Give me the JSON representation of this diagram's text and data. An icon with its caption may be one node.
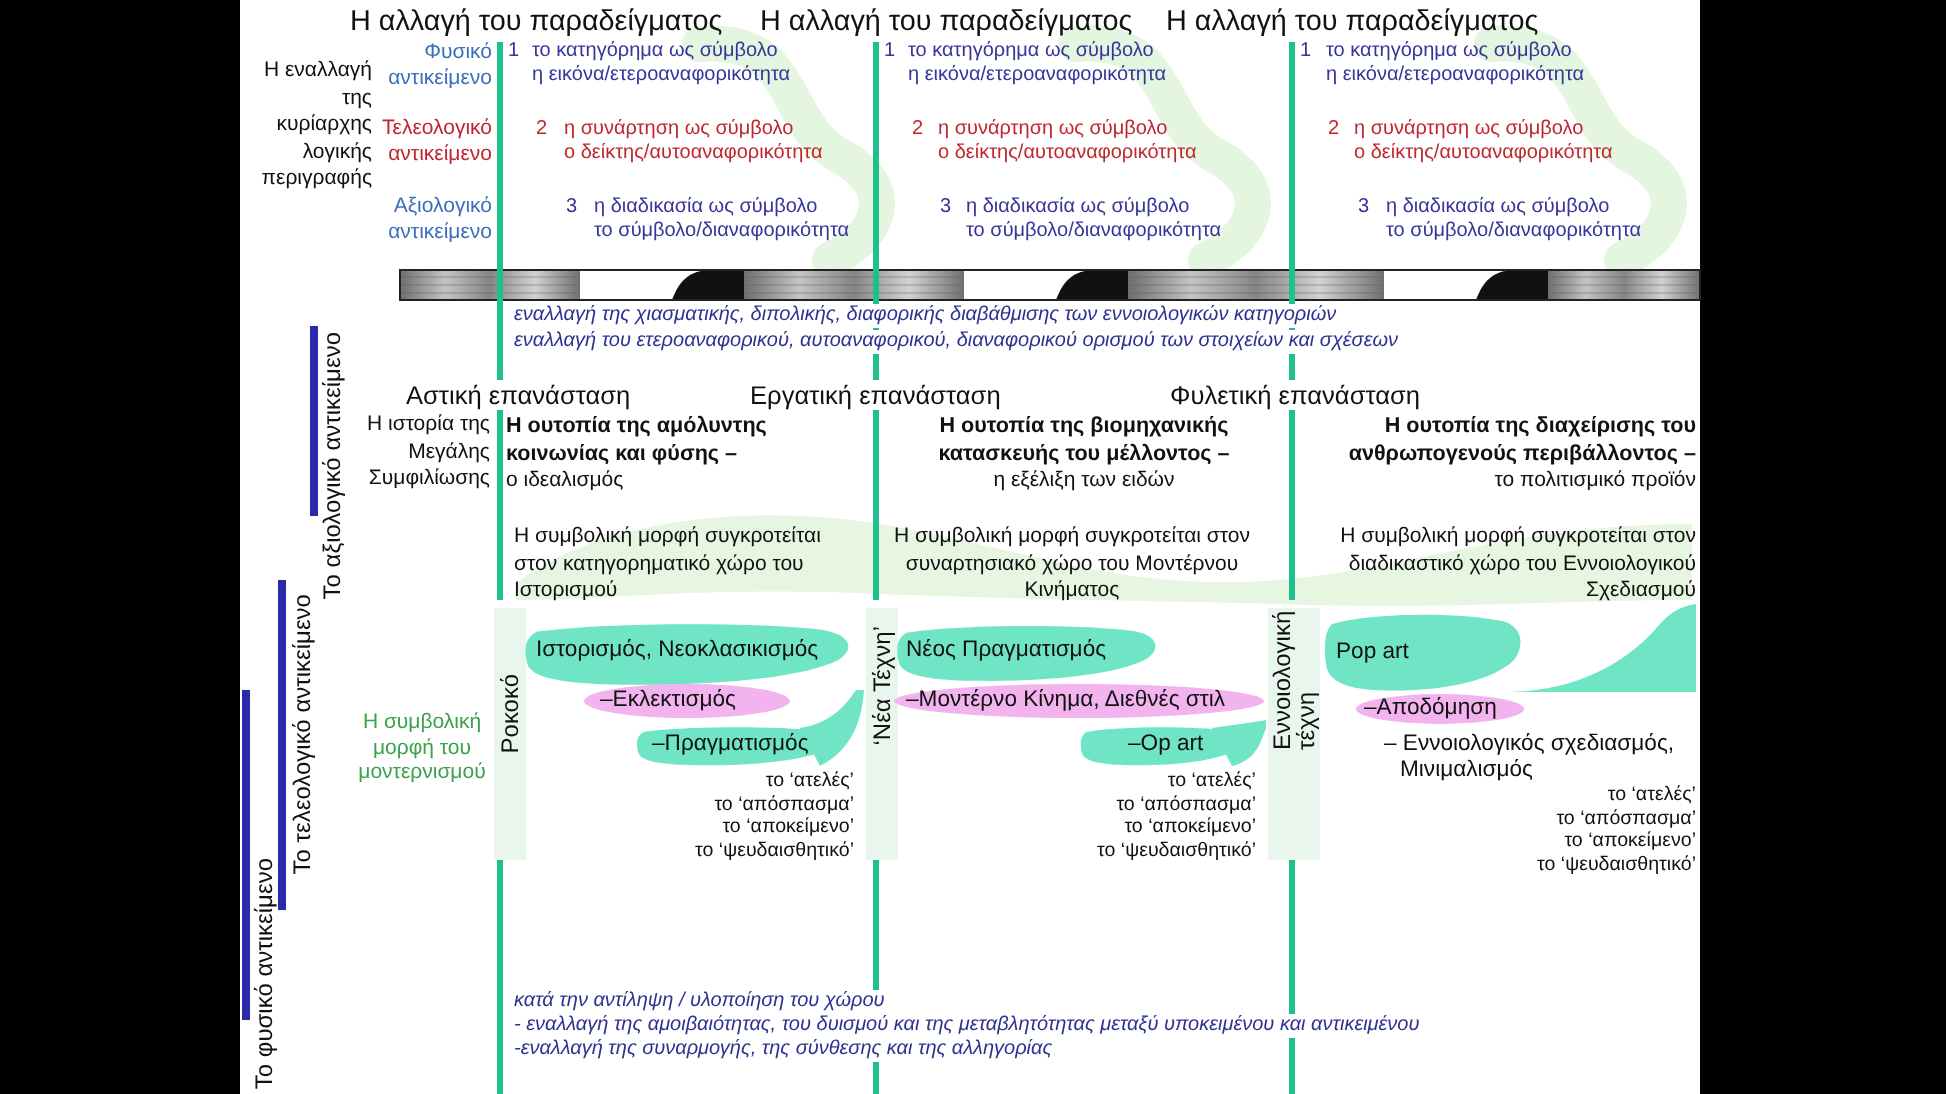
{
  "diagram": {
    "nodes": [
      {
        "text": [
          "Ροκοκό"
        ]
      },
      {
        "text": [
          "Ιστορισμός, Νεοκλασικισμός"
        ]
      },
      {
        "text": [
          "–Εκλεκτισμός"
        ]
      },
      {
        "text": [
          "–Πραγματισμός"
        ]
      },
      {
        "text": [
          "‘Νέα Τέχνη’"
        ]
      },
      {
        "text": [
          "Νέος Πραγματισμός"
        ]
      },
      {
        "text": [
          "–Μοντέρνο Κίνημα, Διεθνές στιλ"
        ]
      },
      {
        "text": [
          "–Op art"
        ]
      },
      {
        "text": [
          "Εννοιολογική τέχνη"
        ]
      },
      {
        "text": [
          "Pop art"
        ]
      },
      {
        "text": [
          "–Αποδόμηση"
        ]
      }
    ],
    "labels": [
      "Η αλλαγή του παραδείγματος",
      "Η αλλαγή του παραδείγματος",
      "Η αλλαγή του παραδείγματος",
      "Η εναλλαγή της κυρίαρχης λογικής περιγραφής",
      "Φυσικό αντικείμενο",
      "1",
      "το κατηγόρημα ως σύμβολο",
      "η εικόνα/ετεροαναφορικότητα",
      "1",
      "το κατηγόρημα ως σύμβολο",
      "η εικόνα/ετεροαναφορικότητα",
      "1",
      "το κατηγόρημα ως σύμβολο",
      "η εικόνα/ετεροαναφορικότητα",
      "Τελεολογικό αντικείμενο",
      "2",
      "η συνάρτηση ως σύμβολο",
      "ο δείκτης/αυτοαναφορικότητα",
      "2",
      "η συνάρτηση ως σύμβολο",
      "ο δείκτης/αυτοαναφορικότητα",
      "2",
      "η συνάρτηση ως σύμβολο",
      "ο δείκτης/αυτοαναφορικότητα",
      "Αξιολογικό αντικείμενο",
      "3",
      "η διαδικασία ως σύμβολο",
      "το σύμβολο/διαναφορικότητα",
      "3",
      "η διαδικασία ως σύμβολο",
      "το σύμβολο/διαναφορικότητα",
      "3",
      "η διαδικασία ως σύμβολο",
      "το σύμβολο/διαναφορικότητα",
      "εναλλαγή της χιασματικής, διπολικής, διαφορικής διαβάθμισης των εννοιολογικών κατηγοριών",
      "εναλλαγή του ετεροαναφορικού, αυτοαναφορικού, διαναφορικού ορισμού των στοιχείων και σχέσεων",
      "Το αξιολογικό αντικείμενο",
      "Αστική επανάσταση",
      "Εργατική επανάσταση",
      "Φυλετική επανάσταση",
      "Η ιστορία της Μεγάλης Συμφιλίωσης",
      "Η ουτοπία της αμόλυντης κοινωνίας και φύσης –",
      "ο ιδεαλισμός",
      "Η ουτοπία της βιομηχανικής κατασκευής του μέλλοντος –",
      "η εξέλιξη των ειδών",
      "Η ουτοπία της διαχείρισης του ανθρωπογενούς περιβάλλοντος –",
      "το πολιτισμικό προϊόν",
      "Η συμβολική μορφή συγκροτείται στον κατηγορηματικό χώρο του Ιστορισμού",
      "Η συμβολική μορφή συγκροτείται στον συναρτησιακό χώρο του Μοντέρνου Κινήματος",
      "Η συμβολική μορφή συγκροτείται στον διαδικαστικό χώρο του Εννοιολογικού Σχεδιασμού",
      "Το τελεολογικό αντικείμενο",
      "Η συμβολική μορφή του μοντερνισμού",
      "– Εννοιολογικός σχεδιασμός, Μινιμαλισμός",
      "το ‘ατελές’",
      "το ‘απόσπασμα’",
      "το ‘αποκείμενο’",
      "το ‘ψευδαισθητικό’",
      "το ‘ατελές’",
      "το ‘απόσπασμα’",
      "το ‘αποκείμενο’",
      "το ‘ψευδαισθητικό’",
      "το ‘ατελές’",
      "το ‘απόσπασμα’",
      "το ‘αποκείμενο’",
      "το ‘ψευδαισθητικό’",
      "Το φυσικό αντικείμενο",
      "κατά την αντίληψη / υλοποίηση του χώρου",
      "- εναλλαγή της αμοιβαιότητας, του δυισμού και της μεταβλητότητας μεταξύ υποκειμένου και αντικειμένου",
      "-εναλλαγή της συναρμογής, της σύνθεσης και της αλληγορίας"
    ]
  }
}
